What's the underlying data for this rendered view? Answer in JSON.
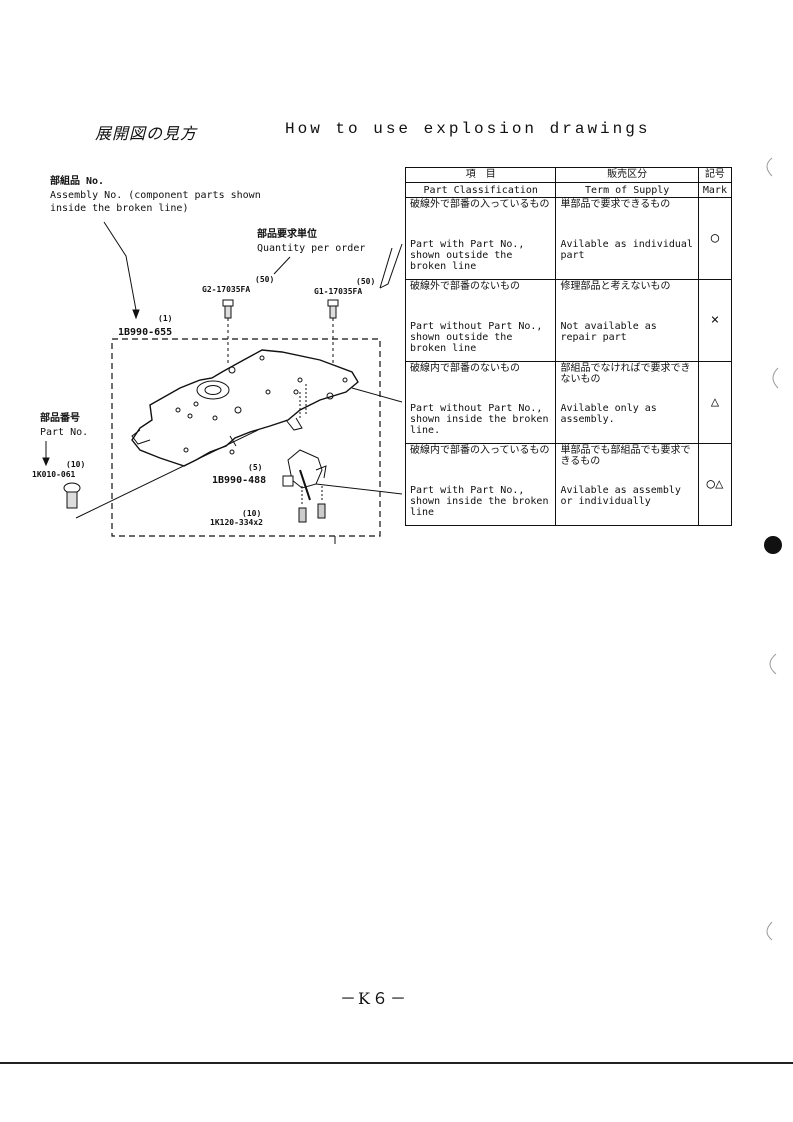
{
  "title": {
    "ja": "展開図の見方",
    "en": "How to use explosion drawings"
  },
  "labels": {
    "assembly_ja": "部組品 No.",
    "assembly_en_line1": "Assembly No. (component parts shown",
    "assembly_en_line2": "inside the broken line)",
    "qty_ja": "部品要求単位",
    "qty_en": "Quantity per order",
    "part_no_ja": "部品番号",
    "part_no_en": "Part No."
  },
  "callouts": {
    "c1_qty": "(1)",
    "c1_part": "1B990-655",
    "c2_qty": "(50)",
    "c2_part": "G2-17035FA",
    "c3_qty": "(50)",
    "c3_part": "G1-17035FA",
    "c4_qty": "(10)",
    "c4_part": "1K010-061",
    "c5_qty": "(5)",
    "c5_part": "1B990-488",
    "c6_qty": "(10)",
    "c6_part": "1K120-334x2"
  },
  "table": {
    "header": {
      "item_ja": "項　目",
      "item_en": "Part Classification",
      "term_ja": "販売区分",
      "term_en": "Term of Supply",
      "mark_ja": "記号",
      "mark_en": "Mark"
    },
    "rows": [
      {
        "item_ja": "破線外で部番の入っているもの",
        "item_en": "Part with Part No., shown outside the broken line",
        "term_ja": "単部品で要求できるもの",
        "term_en": "Avilable as individual part",
        "mark": "○"
      },
      {
        "item_ja": "破線外で部番のないもの",
        "item_en": "Part without Part No., shown outside the broken line",
        "term_ja": "修理部品と考えないもの",
        "term_en": "Not available as repair part",
        "mark": "×"
      },
      {
        "item_ja": "破線内で部番のないもの",
        "item_en": "Part without Part No., shown inside the broken line.",
        "term_ja": "部組品でなければで要求できないもの",
        "term_en": "Avilable only as assembly.",
        "mark": "△"
      },
      {
        "item_ja": "破線内で部番の入っているもの",
        "item_en": "Part with Part No., shown inside the broken line",
        "term_ja": "単部品でも部組品でも要求できるもの",
        "term_en": "Avilable as assembly or individually",
        "mark": "○△"
      }
    ]
  },
  "page_number": "－K６－"
}
